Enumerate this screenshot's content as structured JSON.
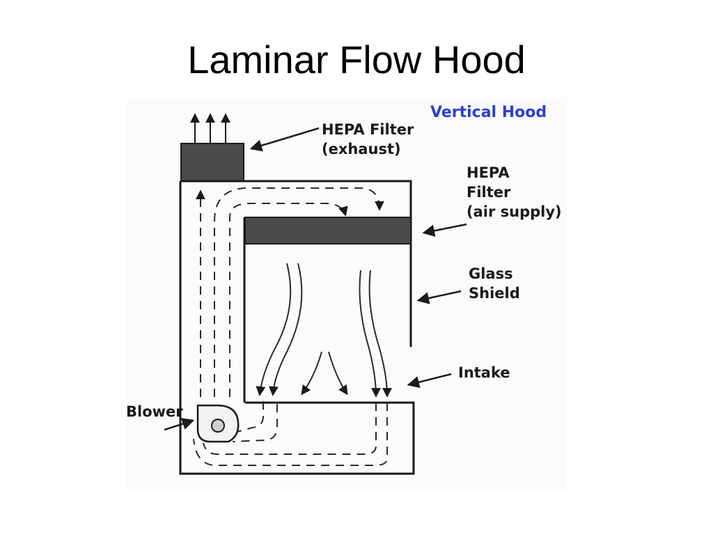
{
  "slide": {
    "title": "Laminar Flow Hood"
  },
  "diagram": {
    "heading": "Vertical Hood",
    "heading_color": "#2f3fc8",
    "filter_color": "#4a4a4a",
    "labels": {
      "exhaust_line1": "HEPA Filter",
      "exhaust_line2": "(exhaust)",
      "supply_line1": "HEPA",
      "supply_line2": "Filter",
      "supply_line3": "(air supply)",
      "glass_line1": "Glass",
      "glass_line2": "Shield",
      "intake": "Intake",
      "blower": "Blower"
    }
  }
}
